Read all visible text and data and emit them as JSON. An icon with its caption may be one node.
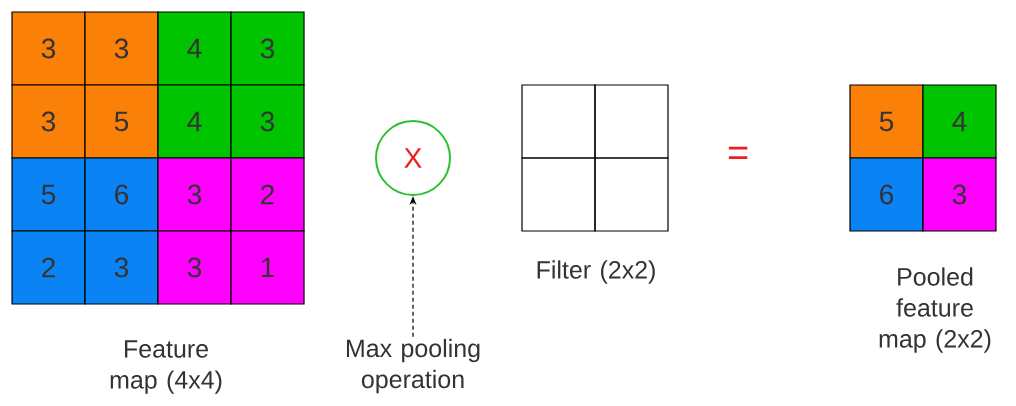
{
  "diagram": {
    "nodes": [
      {
        "text": [
          "3"
        ]
      },
      {
        "text": [
          "3"
        ]
      },
      {
        "text": [
          "4"
        ]
      },
      {
        "text": [
          "3"
        ]
      },
      {
        "text": [
          "3"
        ]
      },
      {
        "text": [
          "5"
        ]
      },
      {
        "text": [
          "4"
        ]
      },
      {
        "text": [
          "3"
        ]
      },
      {
        "text": [
          "5"
        ]
      },
      {
        "text": [
          "6"
        ]
      },
      {
        "text": [
          "3"
        ]
      },
      {
        "text": [
          "2"
        ]
      },
      {
        "text": [
          "2"
        ]
      },
      {
        "text": [
          "3"
        ]
      },
      {
        "text": [
          "3"
        ]
      },
      {
        "text": [
          "1"
        ]
      },
      {
        "text": [
          "X"
        ]
      },
      {
        "text": [
          "Max pooling operation"
        ]
      },
      {
        "text": [],
        "shape": "box"
      },
      {
        "text": [],
        "shape": "box"
      },
      {
        "text": [],
        "shape": "box"
      },
      {
        "text": [],
        "shape": "box"
      },
      {
        "text": [
          "5"
        ]
      },
      {
        "text": [
          "4"
        ]
      },
      {
        "text": [
          "6"
        ]
      },
      {
        "text": [
          "3"
        ]
      }
    ],
    "edges": [
      {
        "from": 17,
        "to": 16,
        "arrow": "to",
        "style": "dashed"
      }
    ],
    "labels": [
      "Feature map (4x4)",
      "Filter (2x2)",
      "=",
      "Pooled feature map (2x2)"
    ]
  }
}
